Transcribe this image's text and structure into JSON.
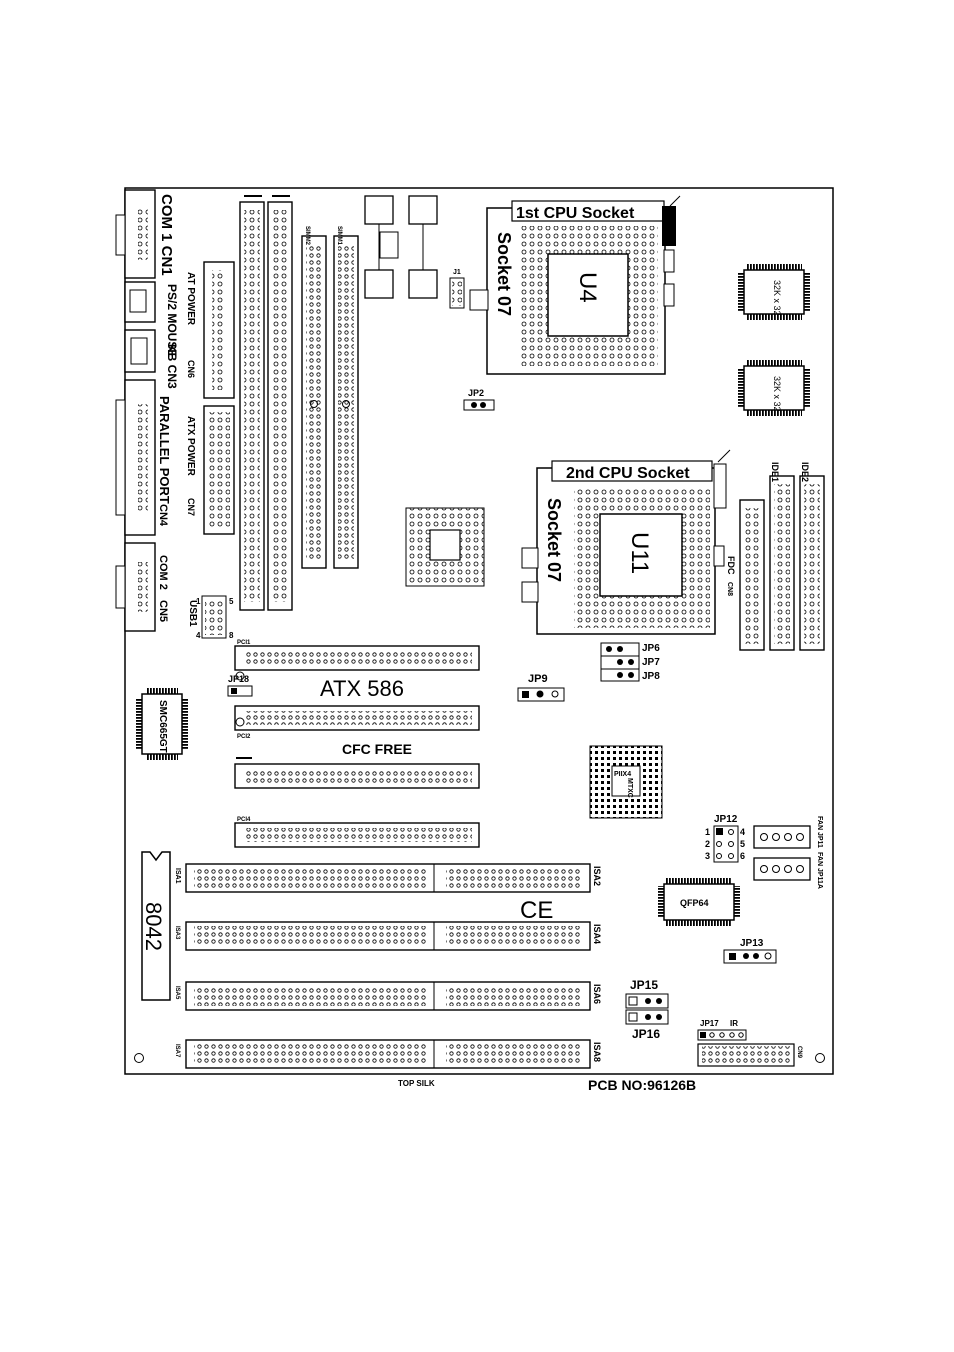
{
  "board": {
    "model": "ATX 586",
    "cfc": "CFC FREE",
    "silk": "TOP SILK",
    "pcb": "PCB NO:96126B",
    "ce": "CE"
  },
  "cpu": {
    "cpu1_title": "1st CPU Socket",
    "cpu1_socket": "Socket 07",
    "cpu1_chip": "U4",
    "cpu2_title": "2nd CPU Socket",
    "cpu2_socket": "Socket 07",
    "cpu2_chip": "U11"
  },
  "connectors": {
    "com1": "COM 1 CN1",
    "ps2": "PS/2 MOUSE",
    "kb": "KB CN3",
    "at_power": "AT POWER",
    "cn6": "CN6",
    "atx_power": "ATX POWER",
    "cn7": "CN7",
    "parallel": "PARALLEL PORT",
    "cn4": "CN4",
    "com2": "COM 2",
    "cn5": "CN5",
    "usb1": "USB1",
    "fdc": "FDC",
    "cn8": "CN8",
    "ide1": "IDE1",
    "ide2": "IDE2",
    "cn9": "CN9",
    "simm1": "SIMM1",
    "simm2": "SIMM2",
    "j1": "J1"
  },
  "chips": {
    "sram1": "32K x 32",
    "sram2": "32K x 32",
    "smc": "SMC665GT",
    "piix": "PIIX4",
    "mtxc": "MTXC",
    "qfp": "QFP64",
    "kbc": "8042"
  },
  "slots": {
    "pci1": "PCI1",
    "pci2": "PCI2",
    "pci4": "PCI4",
    "isa1": "ISA1",
    "isa2": "ISA2",
    "isa3": "ISA3",
    "isa4": "ISA4",
    "isa5": "ISA5",
    "isa6": "ISA6",
    "isa7": "ISA7",
    "isa8": "ISA8"
  },
  "jumpers": {
    "jp2": "JP2",
    "jp6": "JP6",
    "jp7": "JP7",
    "jp8": "JP8",
    "jp9": "JP9",
    "jp12": "JP12",
    "jp13": "JP13",
    "jp15": "JP15",
    "jp16": "JP16",
    "jp17": "JP17",
    "jp18": "JP18",
    "ir": "IR",
    "fan1": "FAN JP11",
    "fan2": "FAN JP11A",
    "usb_pin1": "1",
    "usb_pin5": "5",
    "usb_pin4": "4",
    "usb_pin8": "8",
    "jp12_pin1": "1",
    "jp12_pin2": "2",
    "jp12_pin3": "3",
    "jp12_pin4": "4",
    "jp12_pin5": "5",
    "jp12_pin6": "6"
  }
}
